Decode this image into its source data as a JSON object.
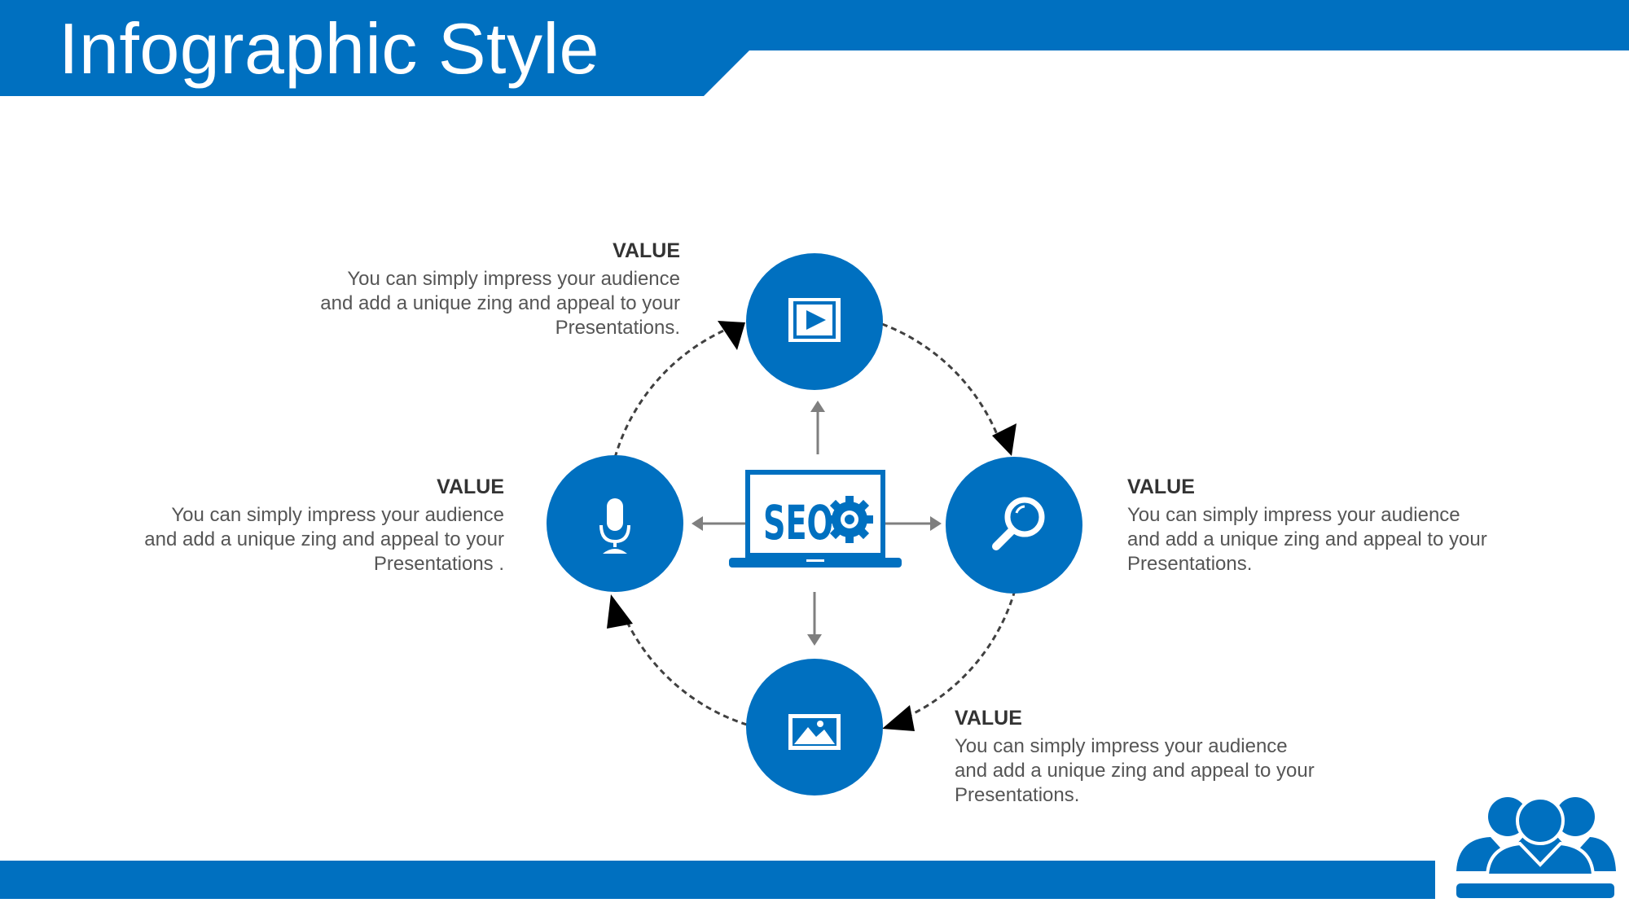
{
  "header": {
    "title": "Infographic Style"
  },
  "colors": {
    "accent": "#0070C0",
    "arrow": "#7f7f7f",
    "text": "#555555"
  },
  "center": {
    "label": "SEO",
    "icon": "laptop-icon"
  },
  "nodes": [
    {
      "id": "top",
      "icon": "video-icon"
    },
    {
      "id": "right",
      "icon": "search-icon"
    },
    {
      "id": "bottom",
      "icon": "image-icon"
    },
    {
      "id": "left",
      "icon": "microphone-icon"
    }
  ],
  "callouts": {
    "top": {
      "heading": "VALUE",
      "text": "You can simply impress your audience\nand add a unique zing and appeal to your\nPresentations."
    },
    "left": {
      "heading": "VALUE",
      "text": "You can simply impress your audience\nand add a unique zing and appeal to your\nPresentations ."
    },
    "right": {
      "heading": "VALUE",
      "text": "You can simply impress your audience\nand add a unique zing and appeal to your\nPresentations."
    },
    "bottom": {
      "heading": "VALUE",
      "text": "You can simply impress your audience\nand add a unique zing and appeal to your\nPresentations."
    }
  },
  "footer": {
    "icon": "team-icon"
  }
}
